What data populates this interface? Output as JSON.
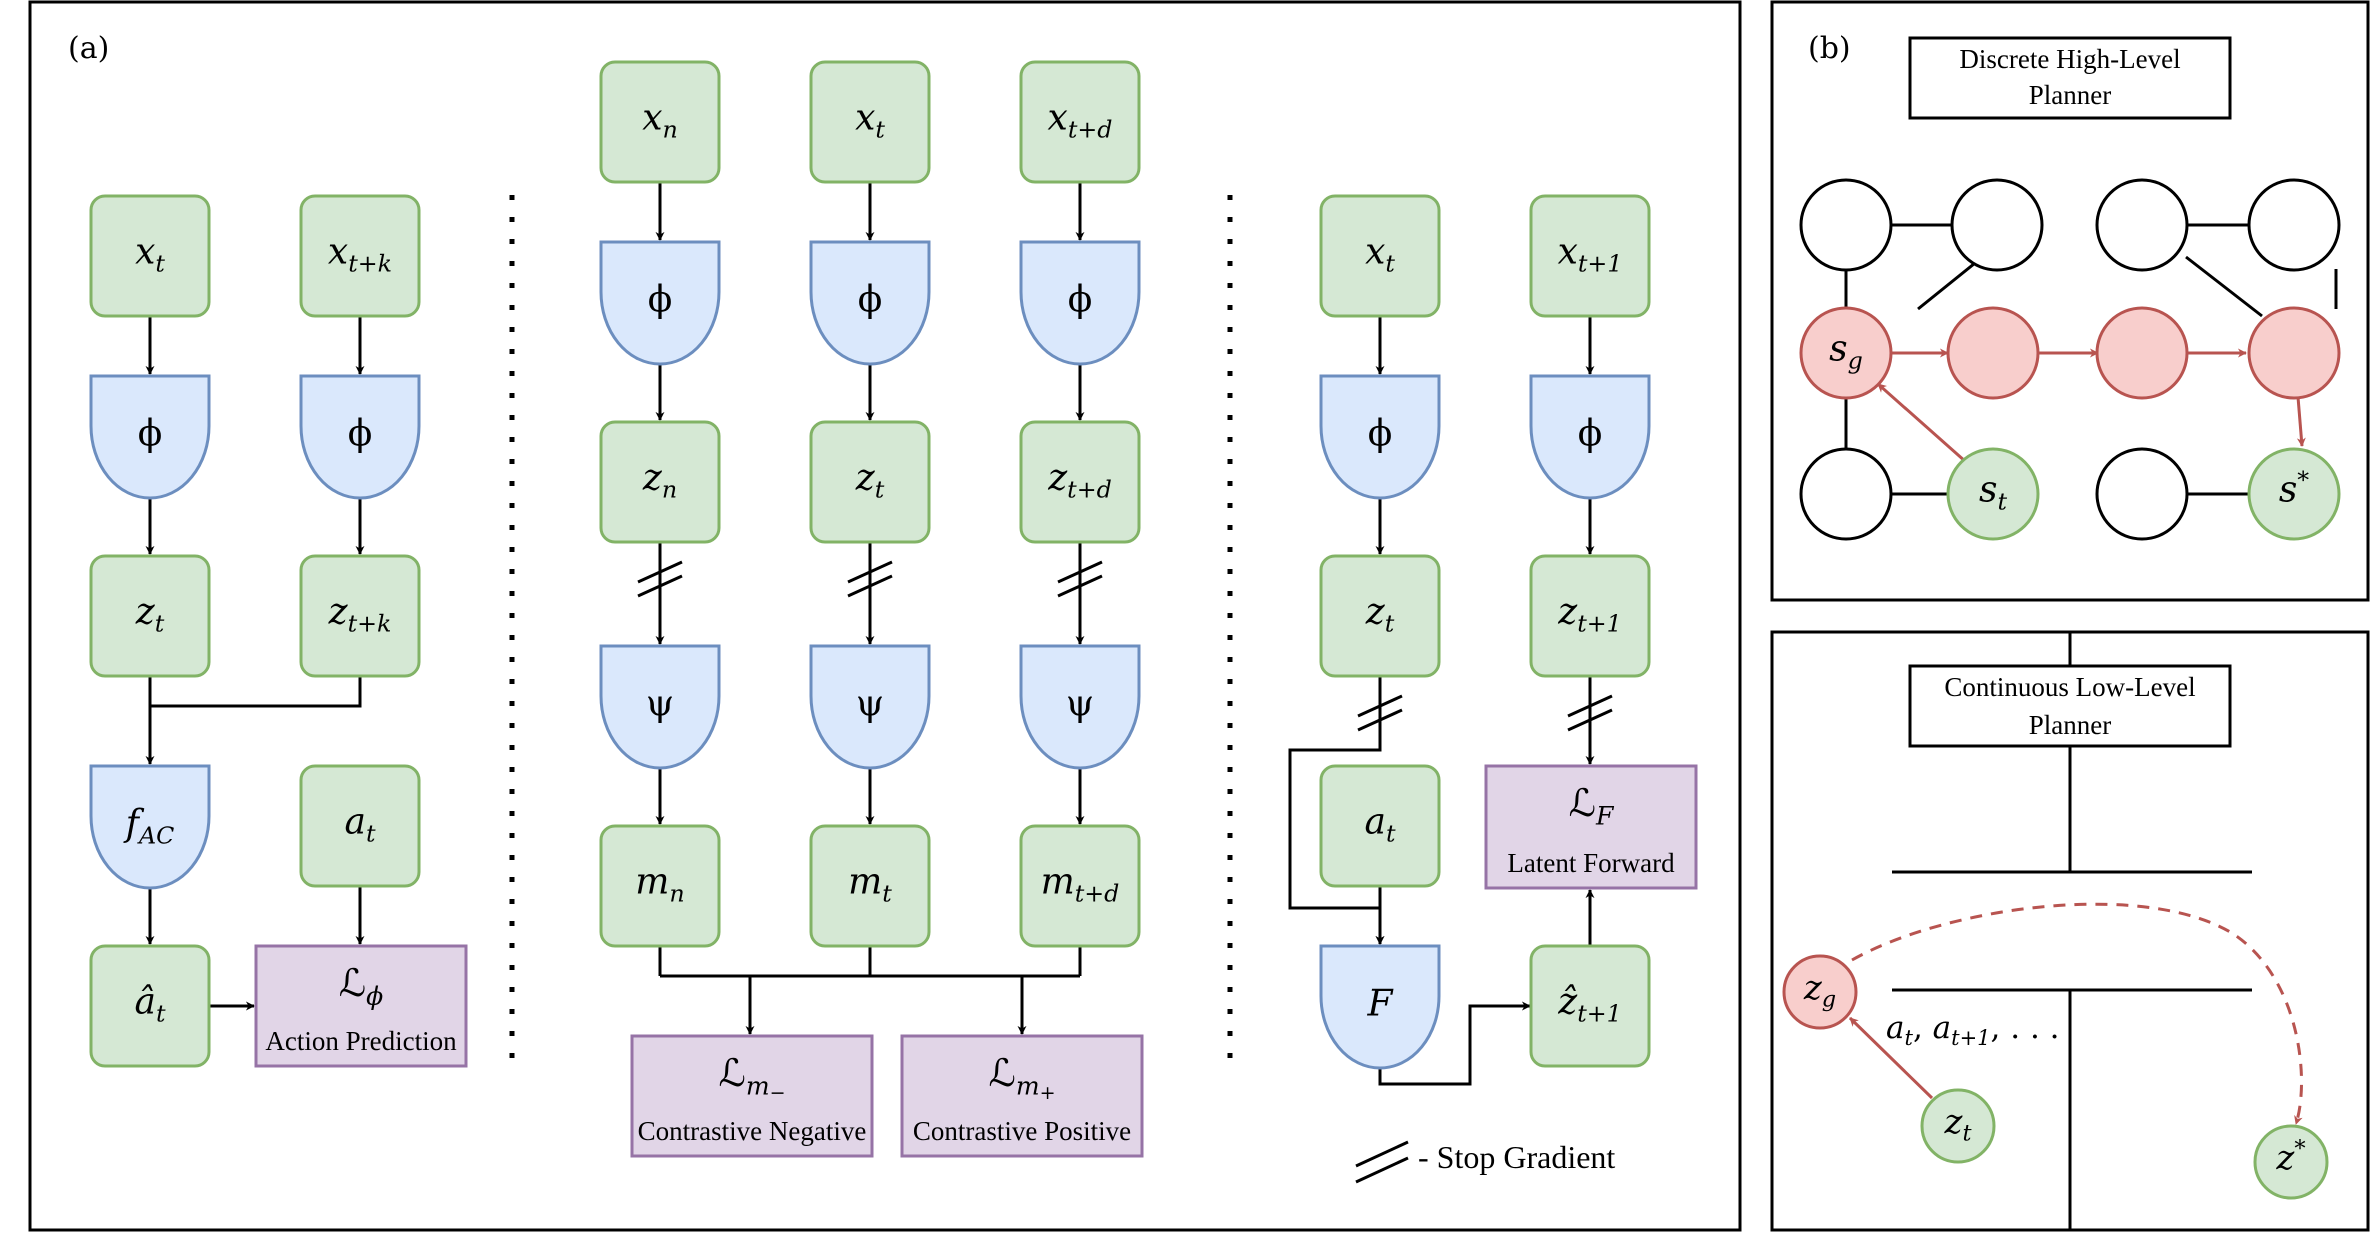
{
  "panel_a": {
    "label": "(a)",
    "col1": {
      "x_t": {
        "base": "x",
        "sub": "t"
      },
      "x_tk": {
        "base": "x",
        "sub": "t+k"
      },
      "phi_left": {
        "base": "ϕ"
      },
      "phi_right": {
        "base": "ϕ"
      },
      "z_t": {
        "base": "z",
        "sub": "t"
      },
      "z_tk": {
        "base": "z",
        "sub": "t+k"
      },
      "f_ac": {
        "base": "f",
        "sub": "AC"
      },
      "a_t": {
        "base": "a",
        "sub": "t"
      },
      "a_hat_t": {
        "base": "â",
        "sub": "t"
      },
      "loss_phi": {
        "base": "ℒ",
        "sub": "ϕ",
        "caption": "Action Prediction"
      }
    },
    "col2": {
      "x_n": {
        "base": "x",
        "sub": "n"
      },
      "x_t": {
        "base": "x",
        "sub": "t"
      },
      "x_td": {
        "base": "x",
        "sub": "t+d"
      },
      "phi_n": {
        "base": "ϕ"
      },
      "phi_t": {
        "base": "ϕ"
      },
      "phi_td": {
        "base": "ϕ"
      },
      "z_n": {
        "base": "z",
        "sub": "n"
      },
      "z_t": {
        "base": "z",
        "sub": "t"
      },
      "z_td": {
        "base": "z",
        "sub": "t+d"
      },
      "psi_n": {
        "base": "ψ"
      },
      "psi_t": {
        "base": "ψ"
      },
      "psi_td": {
        "base": "ψ"
      },
      "m_n": {
        "base": "m",
        "sub": "n"
      },
      "m_t": {
        "base": "m",
        "sub": "t"
      },
      "m_td": {
        "base": "m",
        "sub": "t+d"
      },
      "loss_neg": {
        "base": "ℒ",
        "sub": "m",
        "subsub": "−",
        "caption": "Contrastive Negative"
      },
      "loss_pos": {
        "base": "ℒ",
        "sub": "m",
        "subsub": "+",
        "caption": "Contrastive Positive"
      }
    },
    "col3": {
      "x_t": {
        "base": "x",
        "sub": "t"
      },
      "x_t1": {
        "base": "x",
        "sub": "t+1"
      },
      "phi_left": {
        "base": "ϕ"
      },
      "phi_right": {
        "base": "ϕ"
      },
      "z_t": {
        "base": "z",
        "sub": "t"
      },
      "z_t1": {
        "base": "z",
        "sub": "t+1"
      },
      "a_t": {
        "base": "a",
        "sub": "t"
      },
      "f": {
        "base": "F"
      },
      "z_hat_t1": {
        "base": "ẑ",
        "sub": "t+1"
      },
      "loss_f": {
        "base": "ℒ",
        "sub": "F",
        "caption": "Latent Forward"
      }
    },
    "legend": {
      "text": "- Stop Gradient"
    }
  },
  "panel_b": {
    "label": "(b)",
    "top_title": [
      "Discrete High-Level",
      "Planner"
    ],
    "s_g": {
      "base": "s",
      "sub": "g"
    },
    "s_t": {
      "base": "s",
      "sub": "t"
    },
    "s_star": {
      "base": "s",
      "sup": "*"
    },
    "bottom_title": [
      "Continuous Low-Level",
      "Planner"
    ],
    "z_g": {
      "base": "z",
      "sub": "g"
    },
    "z_t": {
      "base": "z",
      "sub": "t"
    },
    "z_star": {
      "base": "z",
      "sup": "*"
    },
    "actions": "a_t, a_{t+1}, . . ."
  },
  "colors": {
    "green_fill": "#d5e8d4",
    "green_stroke": "#82b366",
    "blue_fill": "#dae8fc",
    "blue_stroke": "#6c8ebf",
    "purple_fill": "#e1d5e7",
    "purple_stroke": "#9673a6",
    "red_fill": "#f8cecc",
    "red_stroke": "#b85450"
  }
}
